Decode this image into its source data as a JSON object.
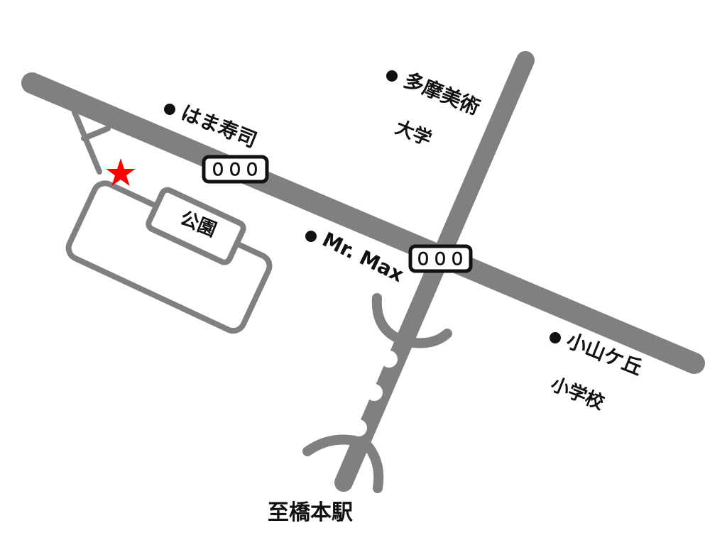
{
  "map": {
    "landmarks": {
      "hama_sushi": "はま寿司",
      "tama_art_1": "多摩美術",
      "tama_art_2": "大学",
      "park": "公園",
      "mr_max": "Mr. Max",
      "oyamagaoka_1": "小山ケ丘",
      "oyamagaoka_2": "小学校",
      "station": "至橋本駅"
    },
    "signs": {
      "sign_1": "０００",
      "sign_2": "０００"
    },
    "marker": {
      "symbol": "★",
      "color": "#ff0000"
    },
    "colors": {
      "road": "#808080",
      "text": "#111111",
      "background": "#ffffff"
    }
  }
}
